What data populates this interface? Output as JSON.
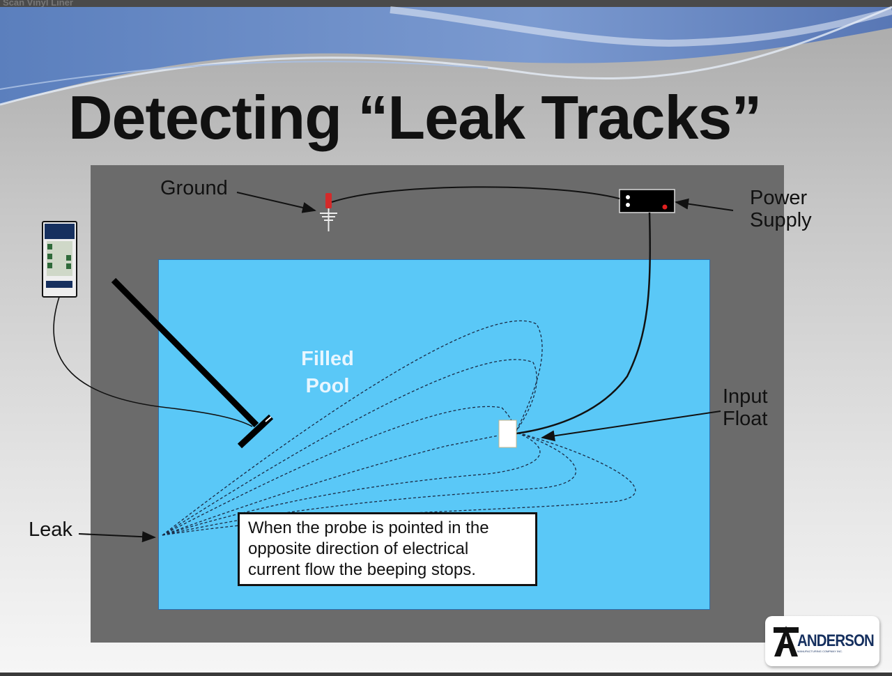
{
  "window": {
    "title": "Scan Vinyl Liner"
  },
  "slide": {
    "title": "Detecting “Leak Tracks”"
  },
  "diagram": {
    "pool_label_line1": "Filled",
    "pool_label_line2": "Pool",
    "labels": {
      "ground": "Ground",
      "power_line1": "Power",
      "power_line2": "Supply",
      "input_line1": "Input",
      "input_line2": "Float",
      "leak": "Leak"
    },
    "callout": {
      "line1": "When the probe is pointed in the",
      "line2": "opposite direction of electrical",
      "line3": "current flow the beeping stops."
    }
  },
  "logo": {
    "name": "ANDERSON",
    "tagline": "MANUFACTURING COMPANY INC."
  },
  "colors": {
    "pool": "#5ac8f7",
    "deck": "#6b6b6b",
    "title": "#111111",
    "ground_rod": "#d42a2a",
    "logo": "#16305f"
  }
}
